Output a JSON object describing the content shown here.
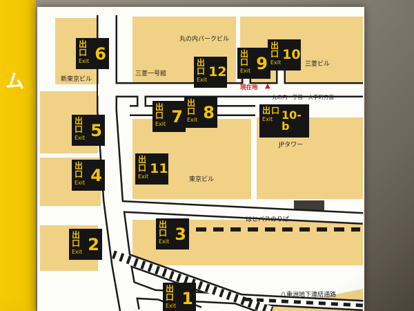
{
  "sign": {
    "side_text": "ム"
  },
  "map": {
    "exit_label": {
      "jp": "出口",
      "en": "Exit"
    },
    "exits": [
      {
        "num": "6"
      },
      {
        "num": "12"
      },
      {
        "num": "9"
      },
      {
        "num": "10"
      },
      {
        "num": "7"
      },
      {
        "num": "8"
      },
      {
        "num": "5"
      },
      {
        "num": "10-b"
      },
      {
        "num": "11"
      },
      {
        "num": "4"
      },
      {
        "num": "3"
      },
      {
        "num": "2"
      },
      {
        "num": "1"
      }
    ],
    "labels": {
      "marunouchi_park": "丸の内パークビル",
      "mitsubishi_bldg": "三菱ビル",
      "shin_tokyo_bldg": "新東京ビル",
      "ichigokan": "三菱一号館",
      "jp_tower": "JPタワー",
      "tokyo_bldg": "東京ビル",
      "hatobus": "はとバスのりば",
      "yaesu": "八重洲地下連結通路",
      "genzaichi": "現在地",
      "genzaichi_marker": "▲",
      "homen": "丸の内一丁目・大手町方面"
    },
    "colors": {
      "building": "#f0d186",
      "road_outline": "#1b1b1b",
      "exit_bg": "#151515",
      "exit_text": "#f5c400",
      "current_red": "#cf2317",
      "panel_yellow": "#f2c500"
    }
  }
}
